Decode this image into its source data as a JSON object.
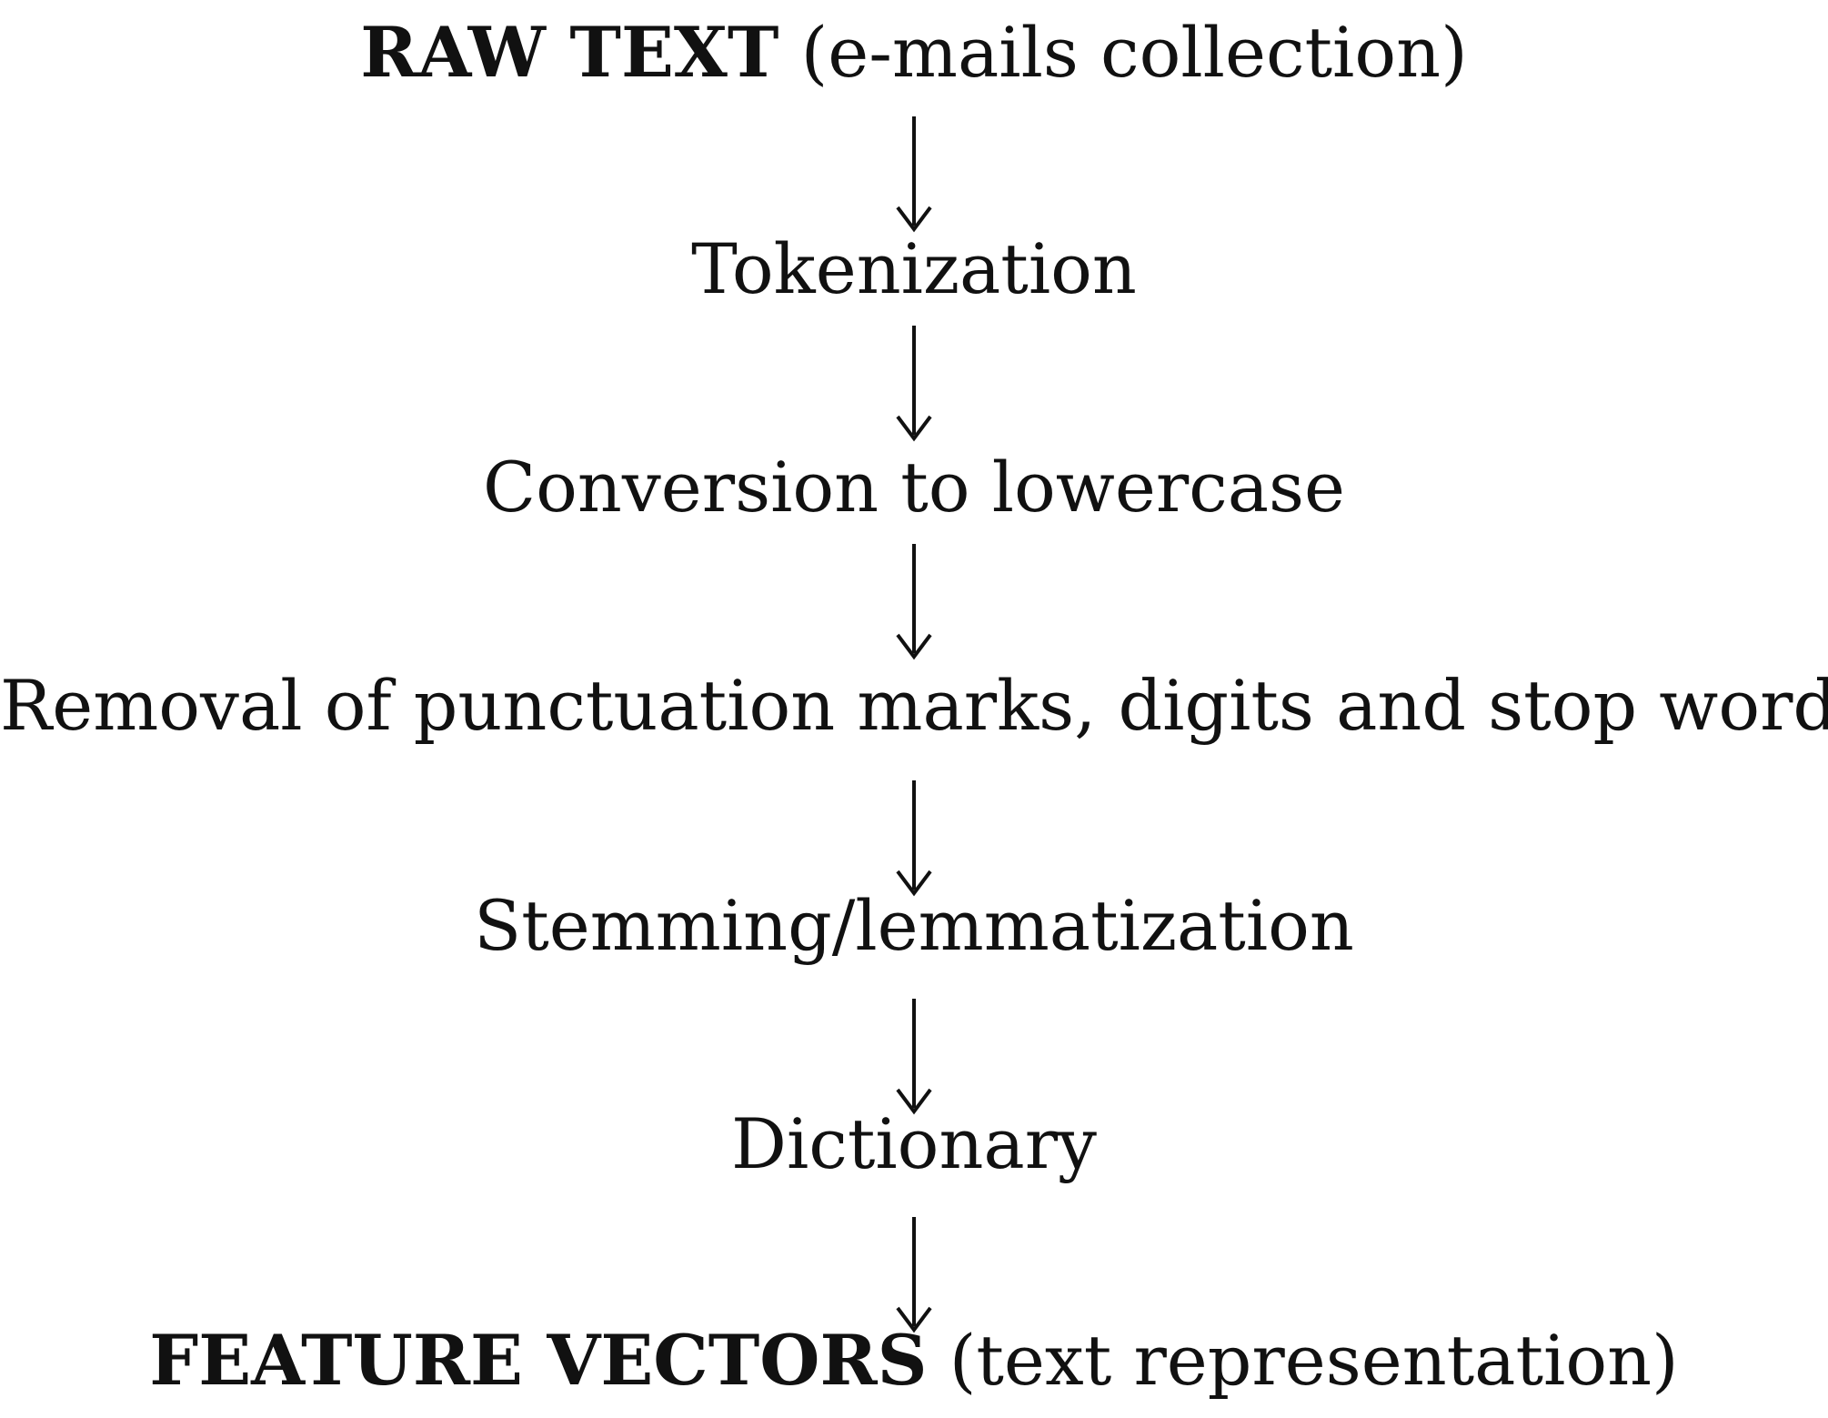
{
  "diagram": {
    "steps": [
      {
        "bold": "RAW TEXT",
        "normal": " (e-mails collection)"
      },
      {
        "bold": "",
        "normal": "Tokenization"
      },
      {
        "bold": "",
        "normal": "Conversion to lowercase"
      },
      {
        "bold": "",
        "normal": "Removal of punctuation marks, digits and stop words"
      },
      {
        "bold": "",
        "normal": "Stemming/lemmatization"
      },
      {
        "bold": "",
        "normal": "Dictionary"
      },
      {
        "bold": "FEATURE VECTORS",
        "normal": " (text representation)"
      }
    ],
    "arrow_icon": "down-arrow-icon"
  }
}
